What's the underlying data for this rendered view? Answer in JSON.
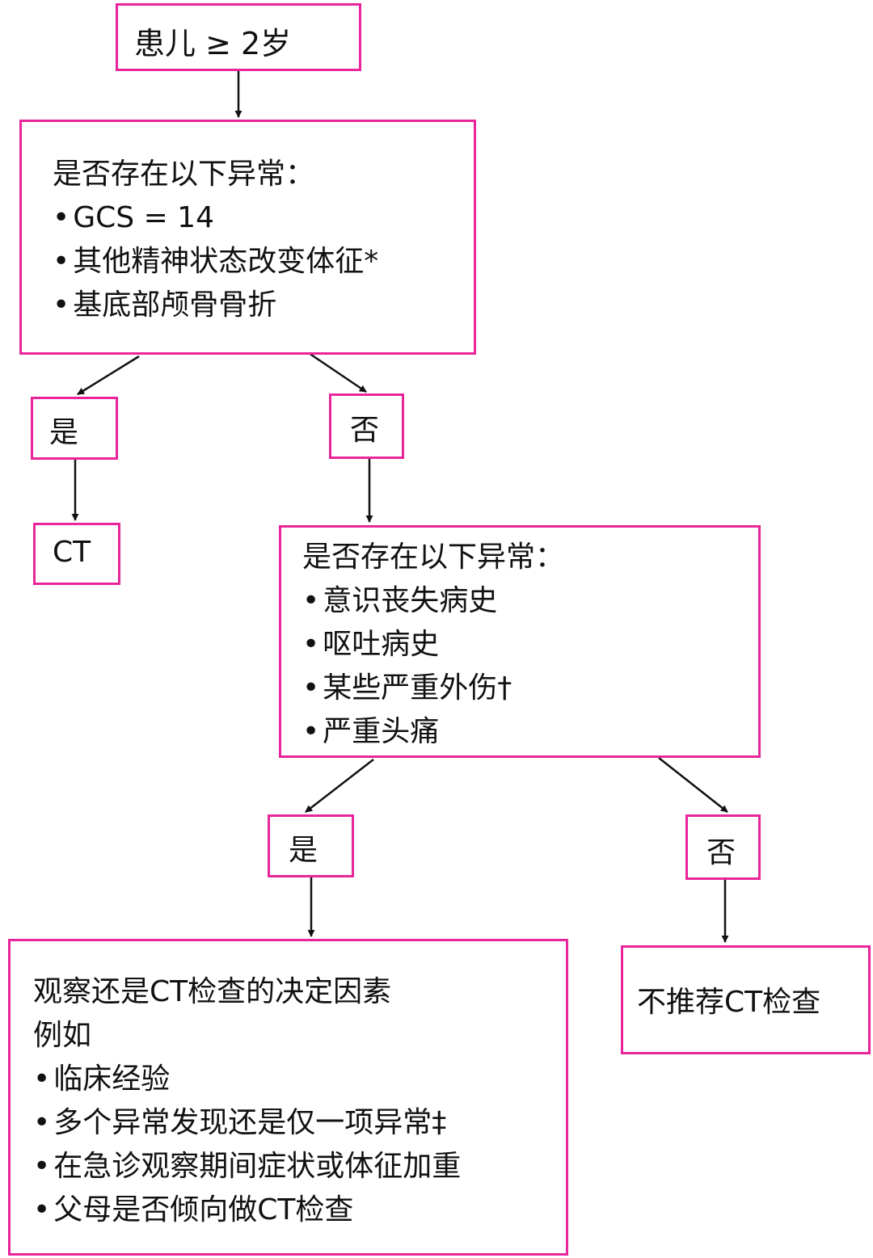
{
  "colors": {
    "box_border": "#e8259a",
    "arrow": "#111111",
    "text": "#111111"
  },
  "start": {
    "label": "患儿 ≥ 2岁"
  },
  "question1": {
    "title": "是否存在以下异常：",
    "items": [
      "GCS = 14",
      "其他精神状态改变体征*",
      "基底部颅骨骨折"
    ]
  },
  "yes1": "是",
  "no1": "否",
  "ct": "CT",
  "question2": {
    "title": "是否存在以下异常：",
    "items": [
      "意识丧失病史",
      "呕吐病史",
      "某些严重外伤†",
      "严重头痛"
    ]
  },
  "yes2": "是",
  "no2": "否",
  "observe": {
    "title": "观察还是CT检查的决定因素",
    "subtitle": "例如",
    "items": [
      "临床经验",
      "多个异常发现还是仅一项异常‡",
      "在急诊观察期间症状或体征加重",
      "父母是否倾向做CT检查"
    ]
  },
  "no_ct": "不推荐CT检查",
  "bullet": "•"
}
